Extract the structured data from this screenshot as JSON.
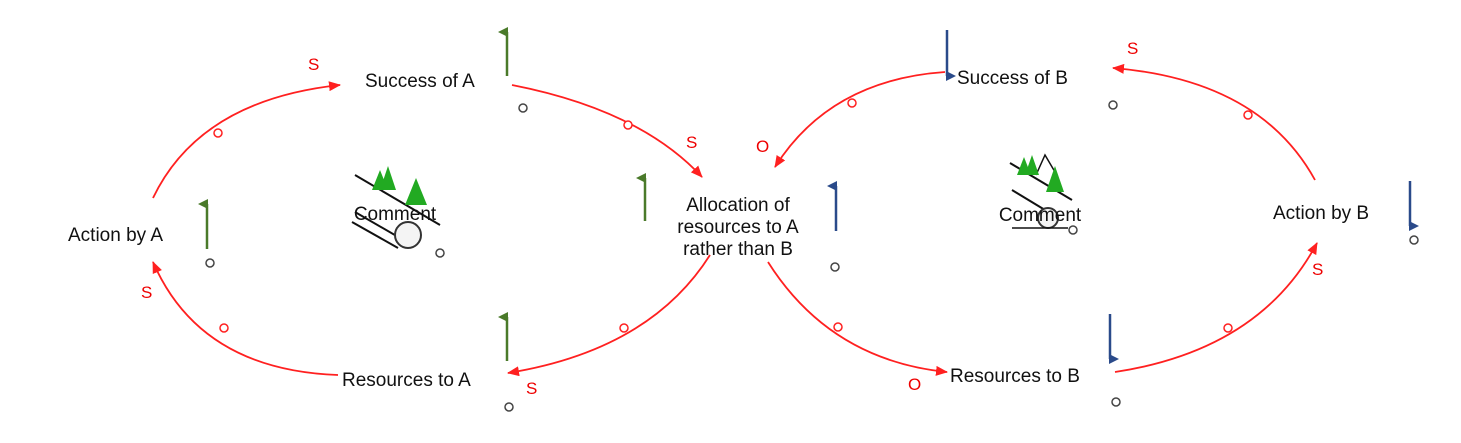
{
  "nodes": {
    "success_a": "Success of A",
    "action_a": "Action by A",
    "resources_a": "Resources to A",
    "allocation_1": "Allocation of",
    "allocation_2": "resources to A",
    "allocation_3": "rather than B",
    "success_b": "Success of B",
    "action_b": "Action by B",
    "resources_b": "Resources to B"
  },
  "comments": [
    "Comment",
    "Comment"
  ],
  "polarities": {
    "action_a_to_success_a": "S",
    "success_a_to_allocation": "S",
    "allocation_to_resources_a": "S",
    "resources_a_to_action_a": "S",
    "success_b_to_allocation": "O",
    "allocation_to_resources_b": "O",
    "resources_b_to_action_b": "S",
    "action_b_to_success_b": "S"
  },
  "colors": {
    "link": "#ff2020",
    "up": "#4a7a2a",
    "down": "#2a4a8a"
  }
}
